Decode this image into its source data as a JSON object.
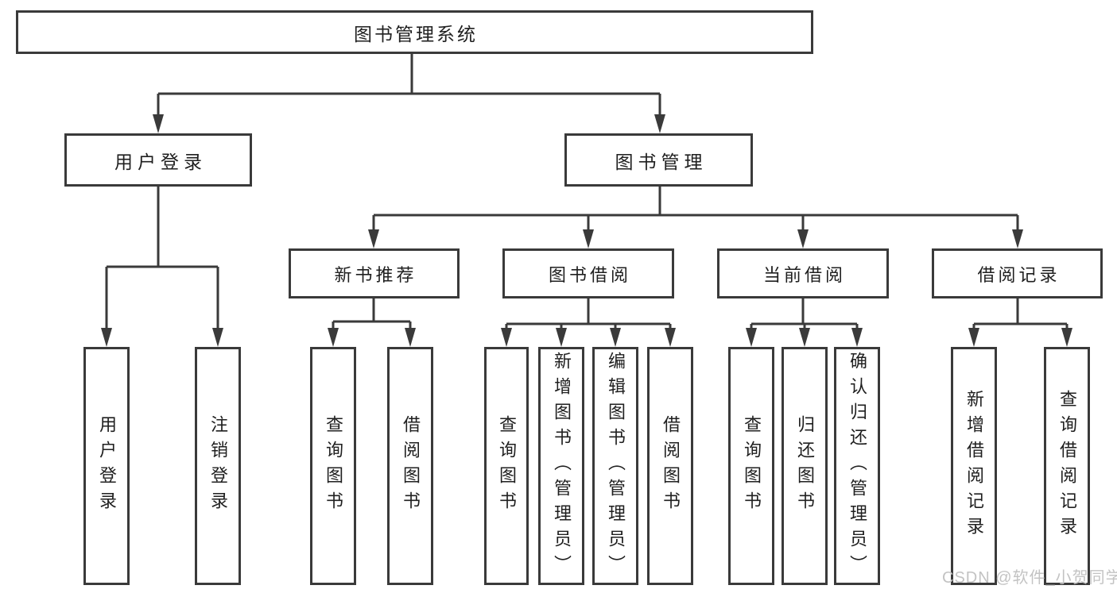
{
  "colors": {
    "line": "#3a3a3a",
    "box_border": "#3a3a3a",
    "text": "#1f1f1f",
    "background": "#ffffff",
    "watermark": "#c3c3c3"
  },
  "watermark": "CSDN @软件_小贺同学",
  "tree": {
    "root": "图书管理系统",
    "branches": [
      {
        "label": "用户登录",
        "children": [
          "用户登录",
          "注销登录"
        ]
      },
      {
        "label": "图书管理",
        "groups": [
          {
            "label": "新书推荐",
            "children": [
              "查询图书",
              "借阅图书"
            ]
          },
          {
            "label": "图书借阅",
            "children": [
              "查询图书",
              "新增图书（管理员）",
              "编辑图书（管理员）",
              "借阅图书"
            ]
          },
          {
            "label": "当前借阅",
            "children": [
              "查询图书",
              "归还图书",
              "确认归还（管理员）"
            ]
          },
          {
            "label": "借阅记录",
            "children": [
              "新增借阅记录",
              "查询借阅记录"
            ]
          }
        ]
      }
    ]
  }
}
